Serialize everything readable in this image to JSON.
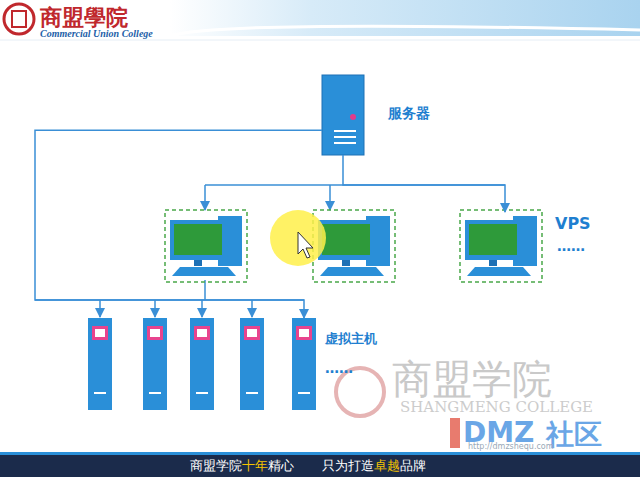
{
  "diagram": {
    "nodes": [
      {
        "text": [
          "服务器"
        ]
      },
      {
        "text": [
          "VPS",
          "……"
        ]
      },
      {
        "text": [
          "虚拟主机",
          "……"
        ]
      }
    ],
    "edges": [
      {
        "from": 0,
        "to": 1,
        "arrow": "to"
      },
      {
        "from": 0,
        "to": 2,
        "arrow": "to"
      }
    ],
    "labels": [
      "商盟學院",
      "Commercial Union College",
      "商盟学院",
      "十年",
      "精心",
      "只为打造",
      "卓越",
      "品牌",
      "商盟学院",
      "SHANGMENG COLLEGE",
      "DMZ",
      "社区",
      "http://dmzshequ.com"
    ]
  }
}
